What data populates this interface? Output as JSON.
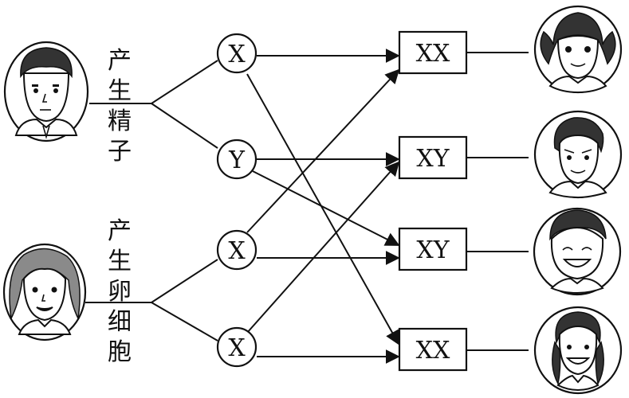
{
  "labels": {
    "sperm_process": [
      "产",
      "生",
      "精",
      "子"
    ],
    "egg_process": [
      "产",
      "生",
      "卵",
      "细",
      "胞"
    ]
  },
  "gametes": {
    "sperm": [
      "X",
      "Y"
    ],
    "eggs": [
      "X",
      "X"
    ]
  },
  "offspring": [
    "XX",
    "XY",
    "XY",
    "XX"
  ],
  "icons": {
    "father": "father-face-icon",
    "mother": "mother-face-icon",
    "children": [
      "girl-face-icon",
      "boy-face-icon",
      "boy-smiling-face-icon",
      "girl-braids-face-icon"
    ]
  }
}
